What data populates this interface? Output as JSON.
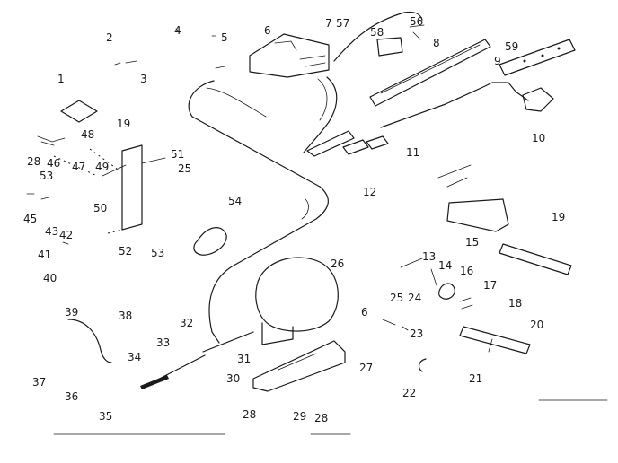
{
  "callouts": [
    "1",
    "2",
    "3",
    "4",
    "5",
    "6",
    "7",
    "57",
    "56",
    "58",
    "8",
    "59",
    "9",
    "10",
    "11",
    "12",
    "19",
    "48",
    "28",
    "46",
    "47",
    "49",
    "51",
    "25",
    "53",
    "50",
    "54",
    "45",
    "43",
    "42",
    "52",
    "53",
    "41",
    "40",
    "26",
    "13",
    "14",
    "16",
    "17",
    "18",
    "20",
    "15",
    "19",
    "6",
    "25",
    "24",
    "23",
    "39",
    "38",
    "32",
    "33",
    "34",
    "31",
    "30",
    "27",
    "37",
    "36",
    "35",
    "28",
    "29",
    "28",
    "22",
    "21"
  ]
}
